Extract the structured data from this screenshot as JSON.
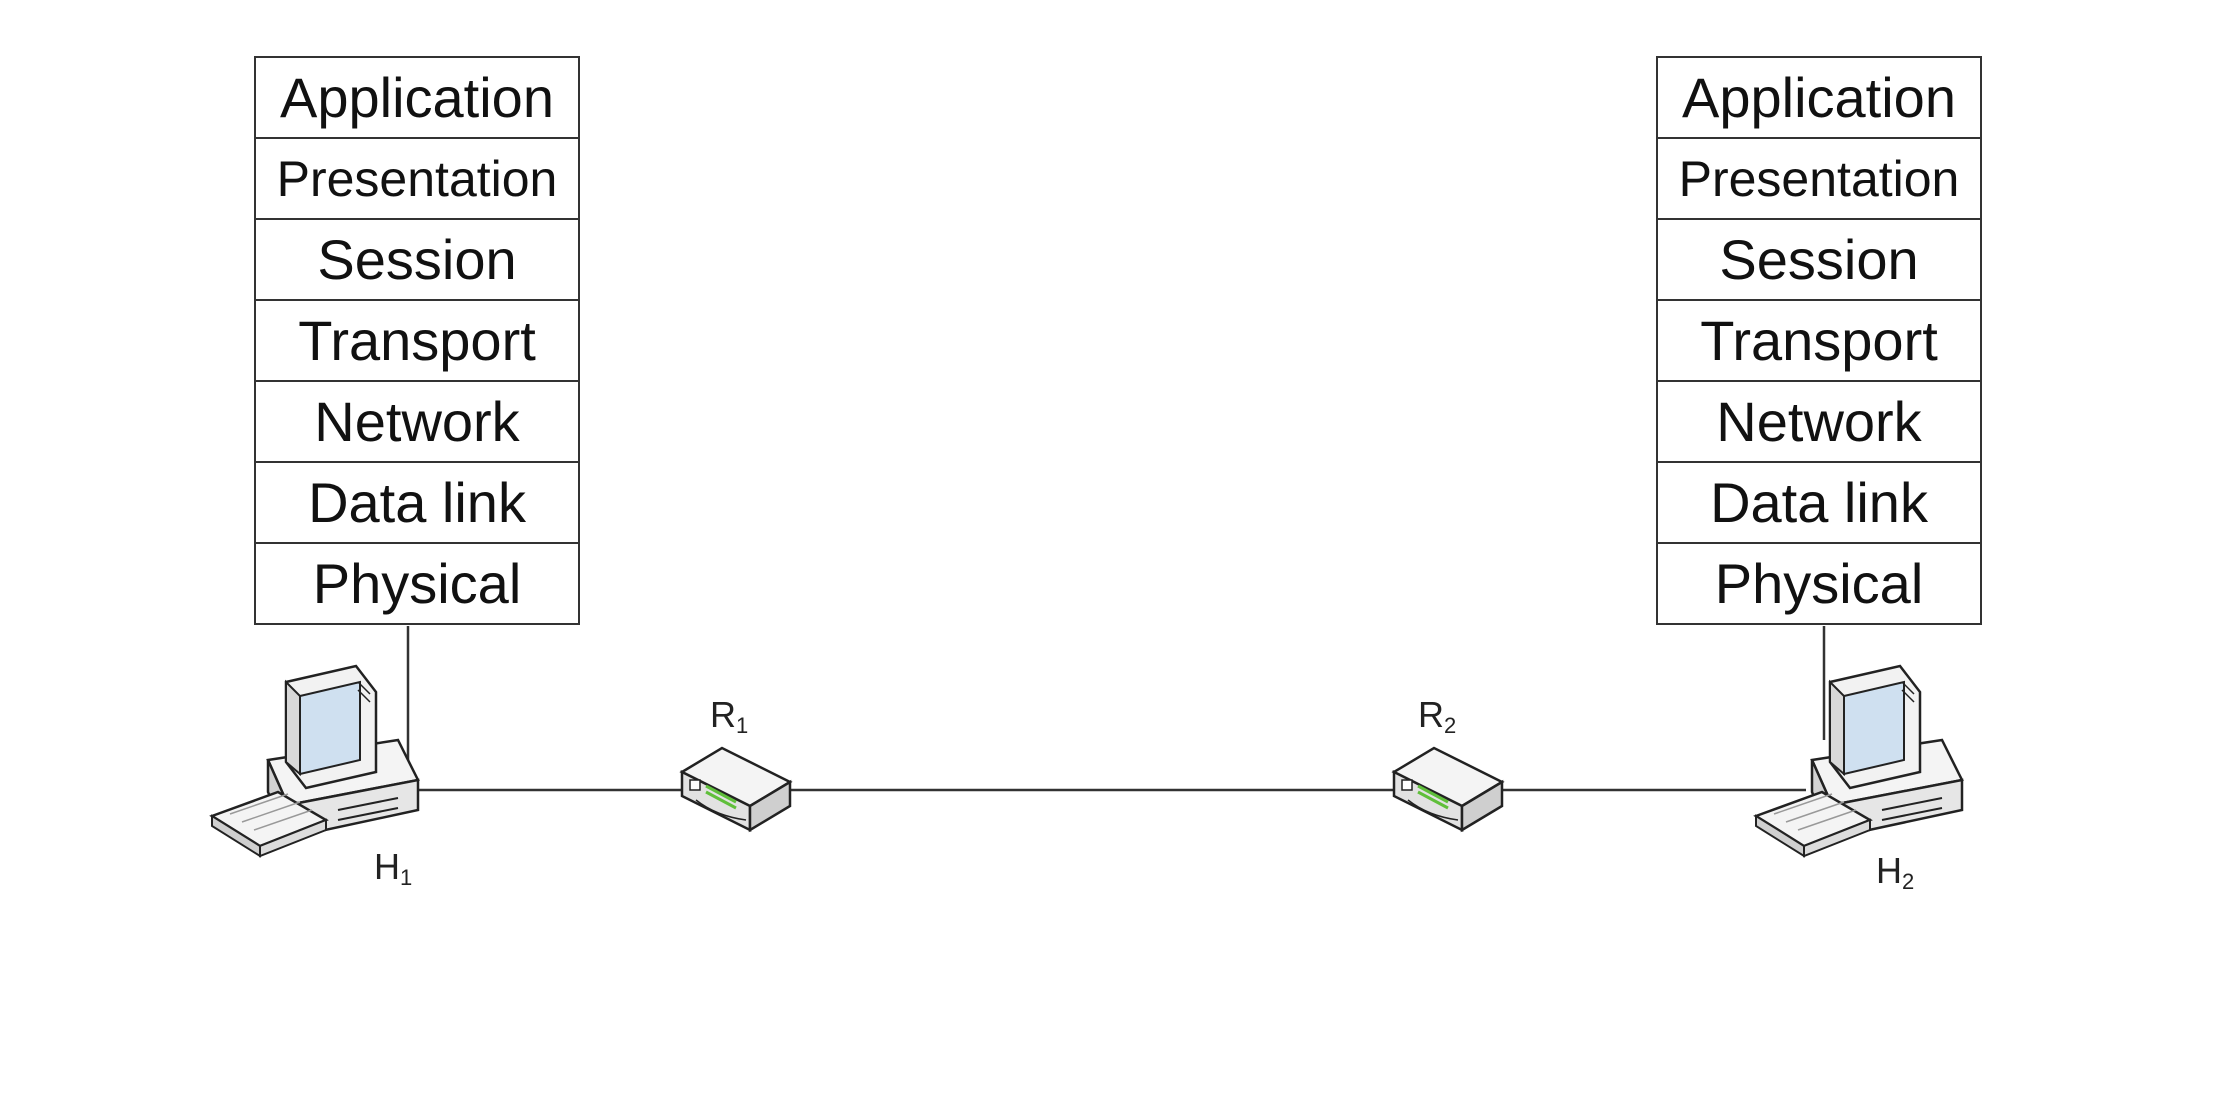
{
  "hosts": [
    {
      "id": "H1",
      "label": "H",
      "subscript": "1",
      "layers": [
        "Application",
        "Presentation",
        "Session",
        "Transport",
        "Network",
        "Data link",
        "Physical"
      ]
    },
    {
      "id": "H2",
      "label": "H",
      "subscript": "2",
      "layers": [
        "Application",
        "Presentation",
        "Session",
        "Transport",
        "Network",
        "Data link",
        "Physical"
      ]
    }
  ],
  "routers": [
    {
      "id": "R1",
      "label": "R",
      "subscript": "1"
    },
    {
      "id": "R2",
      "label": "R",
      "subscript": "2"
    }
  ],
  "links": [
    {
      "from": "H1",
      "to": "R1"
    },
    {
      "from": "R1",
      "to": "R2"
    },
    {
      "from": "R2",
      "to": "H2"
    }
  ],
  "colors": {
    "line": "#333333",
    "router_led": "#5fbf3a",
    "screen": "#cfe0f0"
  },
  "icons": [
    "desktop-computer-icon",
    "router-icon"
  ]
}
